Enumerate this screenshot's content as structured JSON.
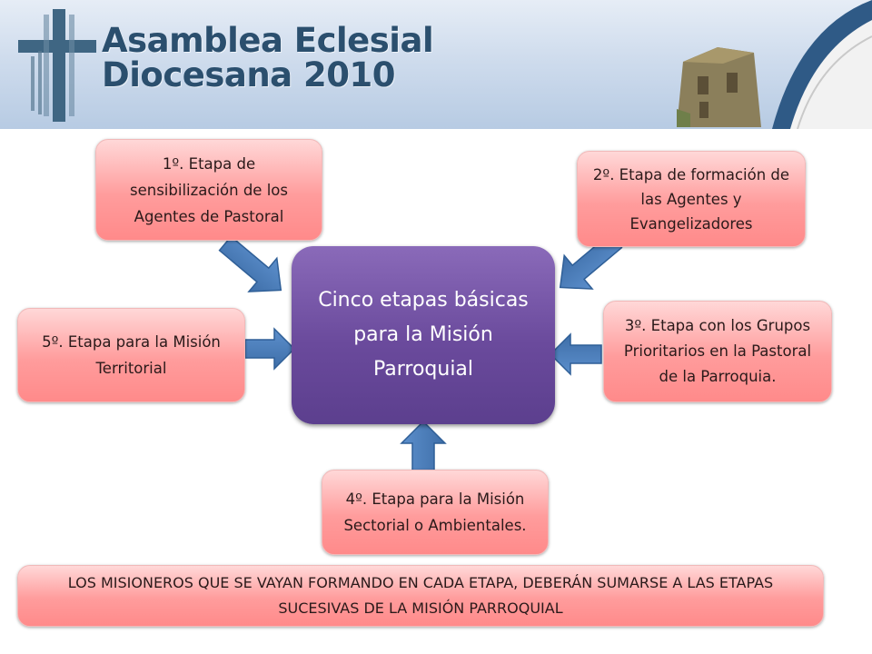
{
  "header": {
    "title_line1": "Asamblea Eclesial",
    "title_line2": "Diocesana 2010"
  },
  "center": {
    "text": "Cinco etapas básicas para la Misión Parroquial"
  },
  "stages": [
    {
      "text": "1º.  Etapa de sensibilización de los Agentes de Pastoral"
    },
    {
      "text": "2º. Etapa de formación de las Agentes y Evangelizadores"
    },
    {
      "text": "3º. Etapa con los Grupos Prioritarios en la Pastoral de la Parroquia."
    },
    {
      "text": "4º. Etapa para la Misión Sectorial  o Ambientales."
    },
    {
      "text": "5º. Etapa para la Misión Territorial"
    }
  ],
  "footer": {
    "text": "LOS MISIONEROS QUE SE VAYAN FORMANDO EN CADA ETAPA, DEBERÁN SUMARSE A LAS ETAPAS SUCESIVAS DE LA MISIÓN PARROQUIAL"
  },
  "colors": {
    "stage_fill": "#ff9c9c",
    "center_fill": "#6a4a9c",
    "arrow_fill": "#4a7ebb"
  }
}
